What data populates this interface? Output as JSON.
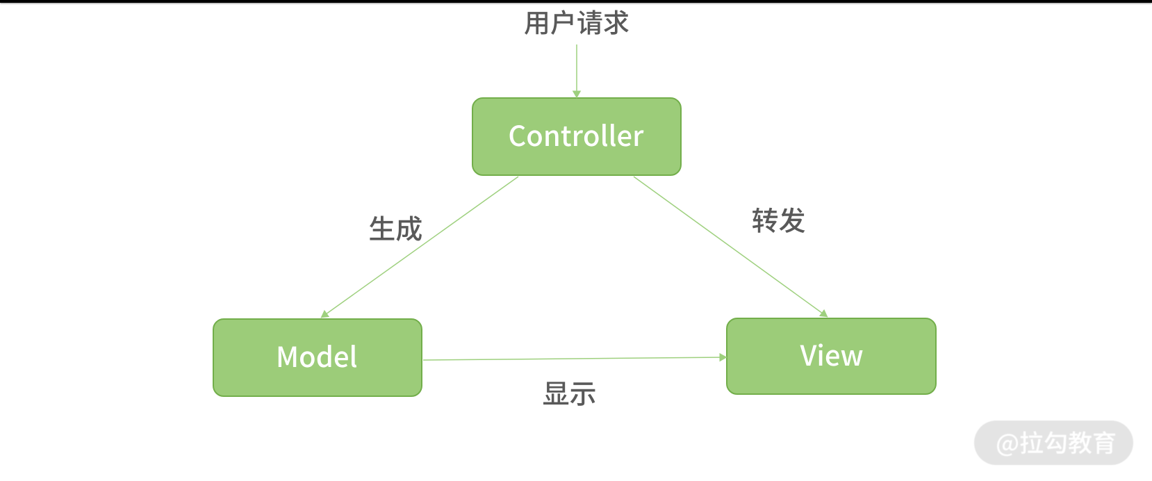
{
  "page": {
    "background": "#FFFFFF",
    "top_bar_color": "#000000"
  },
  "diagram": {
    "title": "用户请求",
    "nodes": [
      {
        "id": "controller",
        "label": "Controller"
      },
      {
        "id": "model",
        "label": "Model"
      },
      {
        "id": "view",
        "label": "View"
      }
    ],
    "edges": [
      {
        "from": "用户请求",
        "to": "Controller",
        "label": ""
      },
      {
        "from": "Controller",
        "to": "Model",
        "label": "生成"
      },
      {
        "from": "Controller",
        "to": "View",
        "label": "转发"
      },
      {
        "from": "Model",
        "to": "View",
        "label": "显示"
      }
    ],
    "edge_labels": {
      "generate": "生成",
      "forward": "转发",
      "display": "显示"
    },
    "colors": {
      "node_fill": "#9CCC79",
      "node_border": "#72AE4A",
      "arrow": "#9ED07E",
      "label_color": "#595959",
      "node_text": "#FFFFFF"
    }
  },
  "watermark": {
    "text": "@拉勾教育",
    "background": "#E4E4E4",
    "text_color": "#FFFFFF"
  }
}
